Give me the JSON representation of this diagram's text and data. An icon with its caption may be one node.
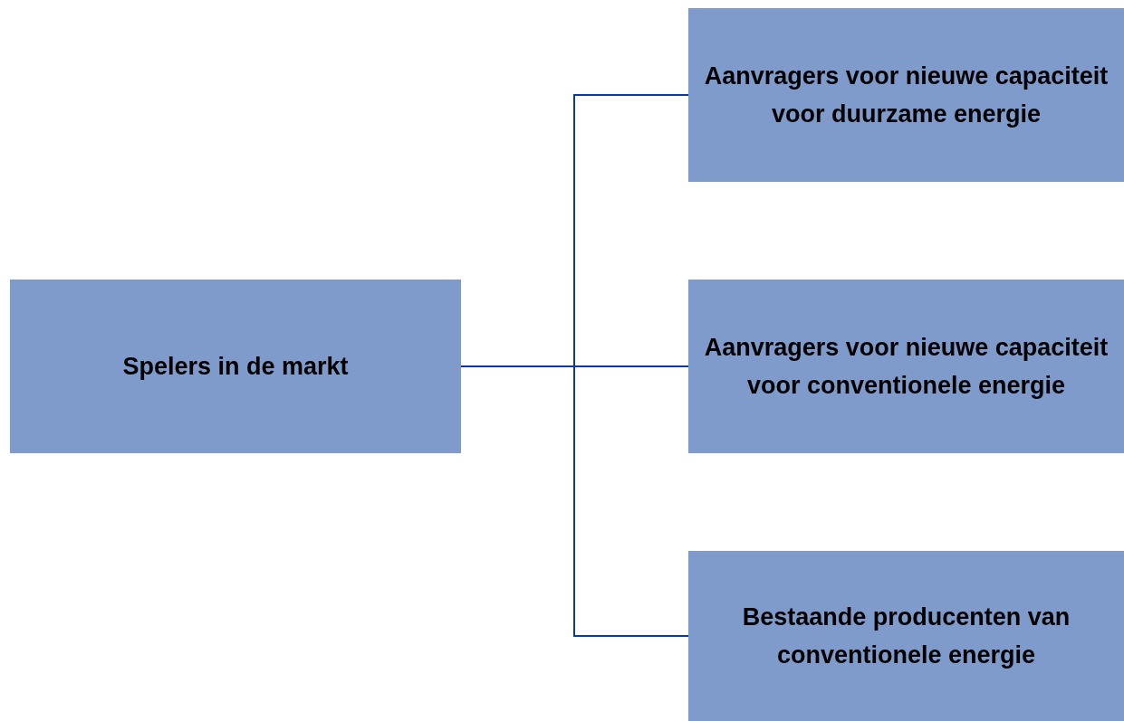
{
  "diagram": {
    "nodes": [
      {
        "text": [
          "Spelers in de markt"
        ]
      },
      {
        "text": [
          "Aanvragers voor nieuwe capaciteit voor duurzame energie"
        ]
      },
      {
        "text": [
          "Aanvragers voor nieuwe capaciteit voor conventionele energie"
        ]
      },
      {
        "text": [
          "Bestaande producenten van conventionele energie"
        ]
      }
    ],
    "edges": [
      {
        "from": 0,
        "to": 1,
        "arrow": "none"
      },
      {
        "from": 0,
        "to": 2,
        "arrow": "none"
      },
      {
        "from": 0,
        "to": 3,
        "arrow": "none"
      }
    ]
  }
}
